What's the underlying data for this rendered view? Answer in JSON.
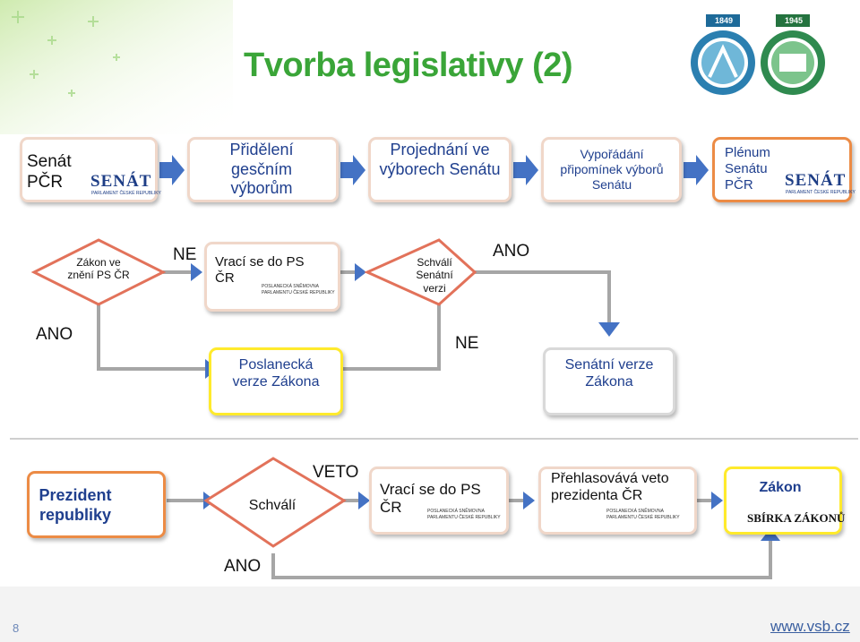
{
  "title": "Tvorba legislativy (2)",
  "row1": {
    "senat": "Senát PČR",
    "prideleni": "Přidělení gesčním výborům",
    "projednani": "Projednání ve výborech Senátu",
    "vyporadani": "Vypořádání připomínek výborů Senátu",
    "plenum": "Plénum Senátu PČR"
  },
  "row2": {
    "diamond1": "Zákon ve znění PS ČR",
    "ne_label": "NE",
    "vraci": "Vrací se do PS ČR",
    "diamond2": "Schválí Senátní verzi",
    "ano_label": "ANO"
  },
  "row3": {
    "ano_label": "ANO",
    "ne_label": "NE",
    "poslanecka": "Poslanecká verze Zákona",
    "senatni": "Senátní verze Zákona"
  },
  "row4": {
    "prezident": "Prezident republiky",
    "schvali": "Schválí",
    "veto_label": "VETO",
    "vraci": "Vrací se do PS ČR",
    "prehlasovava": "Přehlasovává veto prezidenta ČR",
    "zakon": "Zákon",
    "ano_label": "ANO"
  },
  "logos": {
    "senat_word": "SENÁT",
    "senat_sub": "PARLAMENT ČESKÉ REPUBLIKY",
    "ps_logo_line1": "POSLANECKÁ SNĚMOVNA",
    "ps_logo_line2": "PARLAMENTU ČESKÉ REPUBLIKY",
    "sbirka": "SBÍRKA ZÁKONŮ",
    "vsb_year1": "1849",
    "vsb_year2": "1945"
  },
  "footer": {
    "page_number": "8",
    "url": "www.vsb.cz"
  },
  "colors": {
    "title_green": "#3aa538",
    "arrow_blue": "#4472c4",
    "flow_gray": "#a6a6a6",
    "text_blue": "#1f3f8e",
    "orange_border": "#ec8b45",
    "yellow_border": "#ffea2c"
  }
}
